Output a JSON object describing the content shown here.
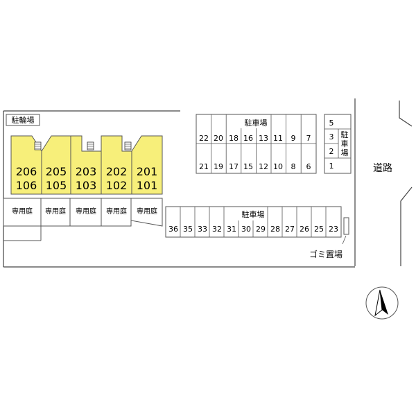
{
  "bicycle_parking": {
    "label": "駐輪場"
  },
  "units": [
    {
      "upper": "206",
      "lower": "106",
      "garden": "専用庭"
    },
    {
      "upper": "205",
      "lower": "105",
      "garden": "専用庭"
    },
    {
      "upper": "203",
      "lower": "103",
      "garden": "専用庭"
    },
    {
      "upper": "202",
      "lower": "102",
      "garden": "専用庭"
    },
    {
      "upper": "201",
      "lower": "101",
      "garden": "専用庭"
    }
  ],
  "parking_top": {
    "label": "駐車場",
    "top_row": [
      "22",
      "20",
      "18",
      "16",
      "13",
      "11",
      "9",
      "7"
    ],
    "bottom_row": [
      "21",
      "19",
      "17",
      "15",
      "12",
      "10",
      "8",
      "6"
    ]
  },
  "parking_right": {
    "label_chars": [
      "駐",
      "車",
      "場"
    ],
    "spaces": [
      "5",
      "3",
      "2",
      "1"
    ]
  },
  "parking_bottom": {
    "label": "駐車場",
    "spaces": [
      "36",
      "35",
      "33",
      "32",
      "31",
      "30",
      "29",
      "28",
      "27",
      "26",
      "25",
      "23"
    ]
  },
  "garbage": {
    "label": "ゴミ置場"
  },
  "road": {
    "label": "道路"
  },
  "colors": {
    "unit_fill": "#f7ef7a",
    "line": "#555555"
  },
  "icons": {
    "compass": "north-arrow-icon"
  }
}
